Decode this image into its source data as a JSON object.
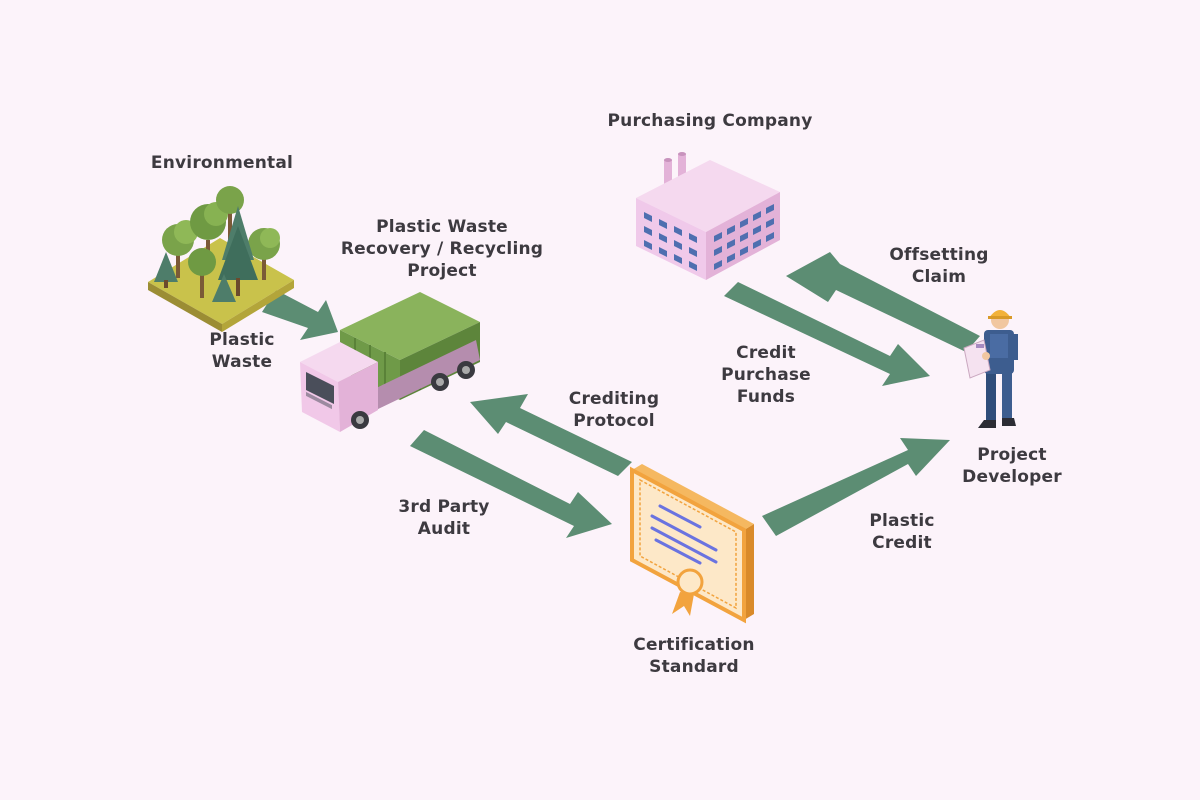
{
  "colors": {
    "background": "#fcf3fa",
    "arrow": "#5c8d73",
    "label_text": "#3d3a40",
    "truck_body": "#6f9a48",
    "truck_cab": "#f1c8e8",
    "factory": "#f0c9ea",
    "certificate": "#f2a33e",
    "certificate_lines": "#6a73e0",
    "worker_uniform": "#3d5d8f",
    "helmet": "#f2b23a"
  },
  "icons": {
    "environment": "forest-icon",
    "truck": "garbage-truck-icon",
    "factory": "factory-icon",
    "certificate": "certificate-icon",
    "developer": "worker-icon"
  },
  "nodes": {
    "environmental": {
      "label": "Environmental"
    },
    "recycling_project": {
      "lines": [
        "Plastic Waste",
        "Recovery / Recycling",
        "Project"
      ]
    },
    "purchasing_company": {
      "label": "Purchasing Company"
    },
    "project_developer": {
      "lines": [
        "Project",
        "Developer"
      ]
    },
    "certification_standard": {
      "lines": [
        "Certification",
        "Standard"
      ]
    }
  },
  "edges": {
    "plastic_waste": {
      "lines": [
        "Plastic",
        "Waste"
      ]
    },
    "crediting_protocol": {
      "lines": [
        "Crediting",
        "Protocol"
      ]
    },
    "third_party_audit": {
      "lines": [
        "3rd Party",
        "Audit"
      ]
    },
    "credit_purchase_funds": {
      "lines": [
        "Credit",
        "Purchase",
        "Funds"
      ]
    },
    "offsetting_claim": {
      "lines": [
        "Offsetting",
        "Claim"
      ]
    },
    "plastic_credit": {
      "lines": [
        "Plastic",
        "Credit"
      ]
    }
  }
}
